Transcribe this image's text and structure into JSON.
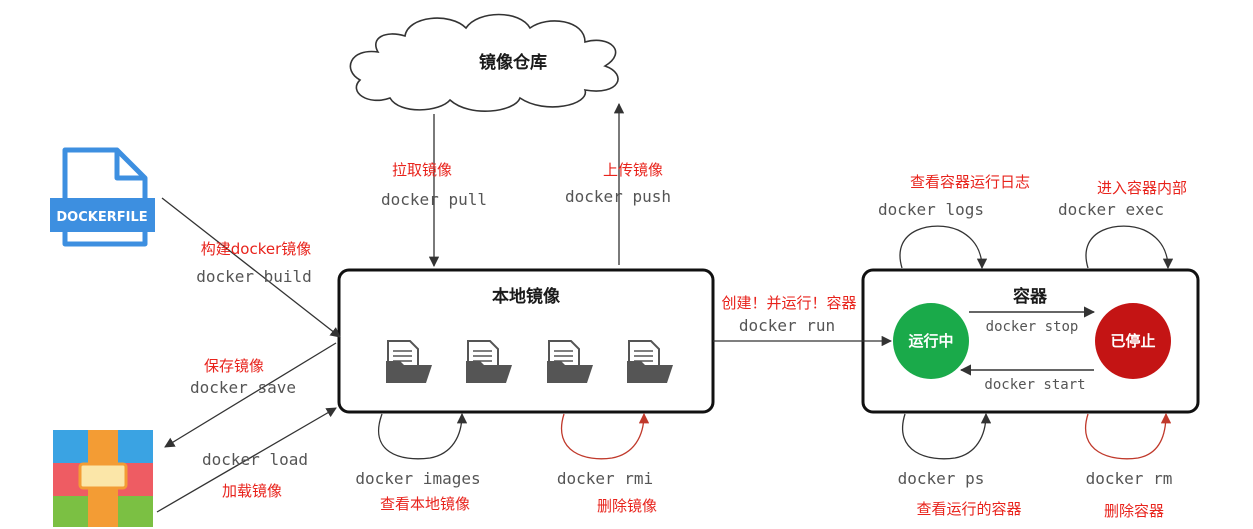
{
  "registry": {
    "label": "镜像仓库"
  },
  "local_images": {
    "title": "本地镜像"
  },
  "container": {
    "title": "容器",
    "running": "运行中",
    "stopped": "已停止",
    "stop_cmd": "docker stop",
    "start_cmd": "docker start"
  },
  "dockerfile": {
    "label": "DOCKERFILE"
  },
  "commands": {
    "pull": {
      "desc": "拉取镜像",
      "cmd": "docker pull"
    },
    "push": {
      "desc": "上传镜像",
      "cmd": "docker push"
    },
    "build": {
      "desc": "构建docker镜像",
      "cmd": "docker build"
    },
    "save": {
      "desc": "保存镜像",
      "cmd": "docker save"
    },
    "load": {
      "desc": "加载镜像",
      "cmd": "docker load"
    },
    "images": {
      "desc": "查看本地镜像",
      "cmd": "docker images"
    },
    "rmi": {
      "desc": "删除镜像",
      "cmd": "docker rmi"
    },
    "run": {
      "desc": "创建！并运行！容器",
      "cmd": "docker run"
    },
    "logs": {
      "desc": "查看容器运行日志",
      "cmd": "docker logs"
    },
    "exec": {
      "desc": "进入容器内部",
      "cmd": "docker exec"
    },
    "ps": {
      "desc": "查看运行的容器",
      "cmd": "docker ps"
    },
    "rm": {
      "desc": "删除容器",
      "cmd": "docker rm"
    }
  },
  "colors": {
    "running": "#1aaa4a",
    "stopped": "#c41414",
    "label_red": "#e8231c",
    "dockerfile_blue": "#3d8fe0"
  }
}
